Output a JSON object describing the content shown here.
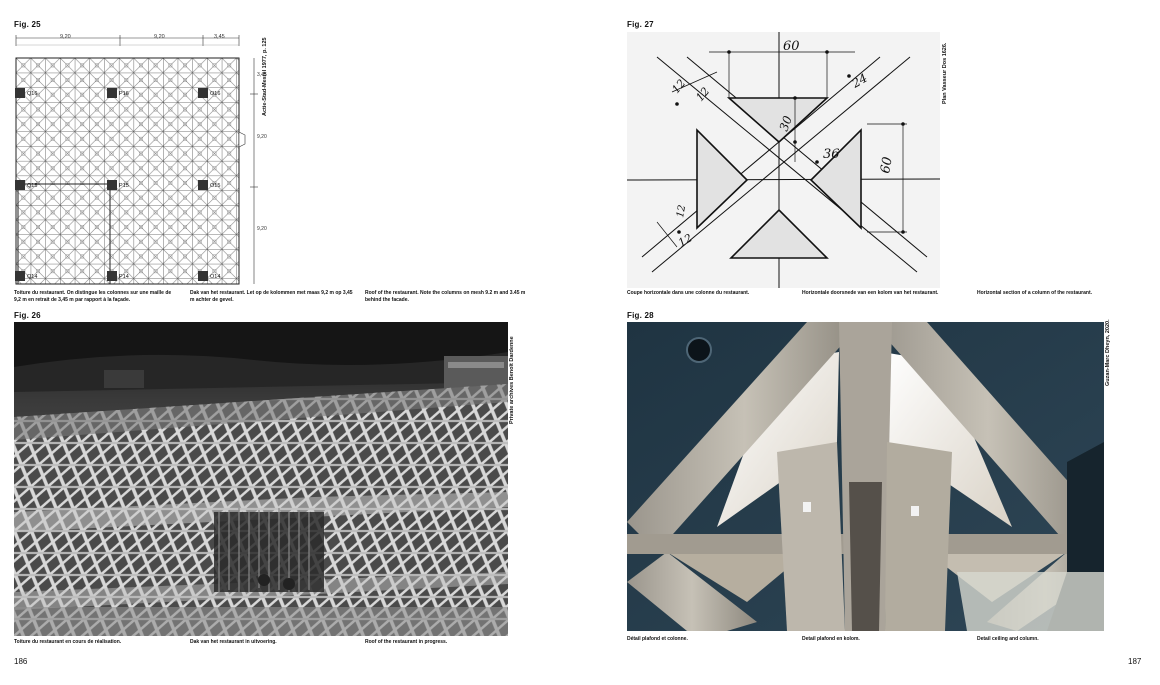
{
  "left_page": {
    "page_number": "186",
    "fig25": {
      "label": "Fig. 25",
      "dims_top": [
        "9,20",
        "9,20",
        "3,45"
      ],
      "dims_right": [
        "3,45",
        "9,20",
        "9,20"
      ],
      "column_labels": [
        "Q16",
        "P16",
        "O16",
        "Q15",
        "P15",
        "O15",
        "Q14",
        "P14",
        "O14"
      ],
      "credit": "Actie-Stad-Mestel 1977, p. 125",
      "captions": [
        "Toiture du restaurant. On distingue les colonnes sur une maille de 9,2 m en retrait de 3,45 m par rapport à la façade.",
        "Dak van het restaurant. Let op de kolommen met maas 9,2 m op 3,45 m achter de gevel.",
        "Roof of the restaurant. Note the columns on mesh 9.2 m and 3.45 m behind the facade."
      ]
    },
    "fig26": {
      "label": "Fig. 26",
      "credit": "Private archives Benoît Dardenne",
      "captions": [
        "Toiture du restaurant en cours de réalisation.",
        "Dak van het restaurant in uitvoering.",
        "Roof of the restaurant in progress."
      ]
    }
  },
  "right_page": {
    "page_number": "187",
    "fig27": {
      "label": "Fig. 27",
      "sketch_dims": [
        "60",
        "24",
        "12",
        "12",
        "30",
        "36",
        "60",
        "12",
        "12"
      ],
      "credit": "Plan Vasseur Dos 1626.",
      "captions": [
        "Coupe horizontale dans une colonne du restaurant.",
        "Horizontale doorsnede van een kolom van het restaurant.",
        "Horizontal section of a column of the restaurant."
      ]
    },
    "fig28": {
      "label": "Fig. 28",
      "credit": "Guzan-Marc Dheyn, 2020.",
      "captions": [
        "Détail plafond et colonne.",
        "Detail plafond en kolom.",
        "Detail ceiling and column."
      ]
    }
  }
}
